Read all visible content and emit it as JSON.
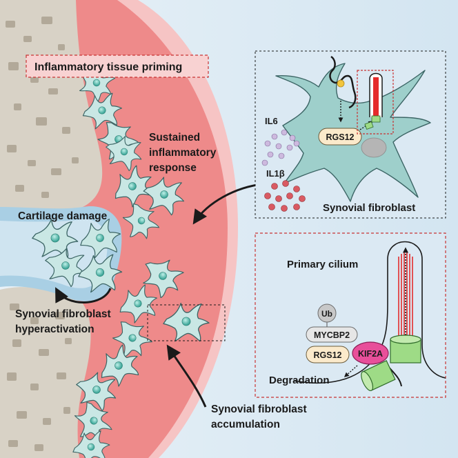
{
  "labels": {
    "priming": "Inflammatory tissue priming",
    "sustained_1": "Sustained",
    "sustained_2": "inflammatory",
    "sustained_3": "response",
    "cartilage": "Cartilage damage",
    "hyper_1": "Synovial fibroblast",
    "hyper_2": "hyperactivation",
    "accum_1": "Synovial fibroblast",
    "accum_2": "accumulation",
    "il6": "IL6",
    "il1b": "IL1β",
    "rgs12": "RGS12",
    "synovial_fibroblast": "Synovial fibroblast",
    "primary_cilium": "Primary cilium",
    "ub": "Ub",
    "mycbp2": "MYCBP2",
    "rgs12_b": "RGS12",
    "kif2a": "KIF2A",
    "degradation": "Degradation"
  },
  "colors": {
    "background_blue": "#dbe9f3",
    "synovium_red": "#ee8a8a",
    "synovium_light": "#f6c4c4",
    "bone": "#d8d2c6",
    "bone_spot": "#aea595",
    "cartilage_blue": "#a9cfe4",
    "cell_fill": "#c9e7e4",
    "cell_stroke": "#3b6464",
    "nucleus": "#4fb8ac",
    "il6_purple": "#cdb9de",
    "il1b_red": "#d95a62",
    "kif2a_pink": "#e84f9a",
    "green": "#9edb86",
    "cilium_red": "#e52b2b",
    "dash_red": "#c83232",
    "label_pink_bg": "#f8d2d2"
  }
}
